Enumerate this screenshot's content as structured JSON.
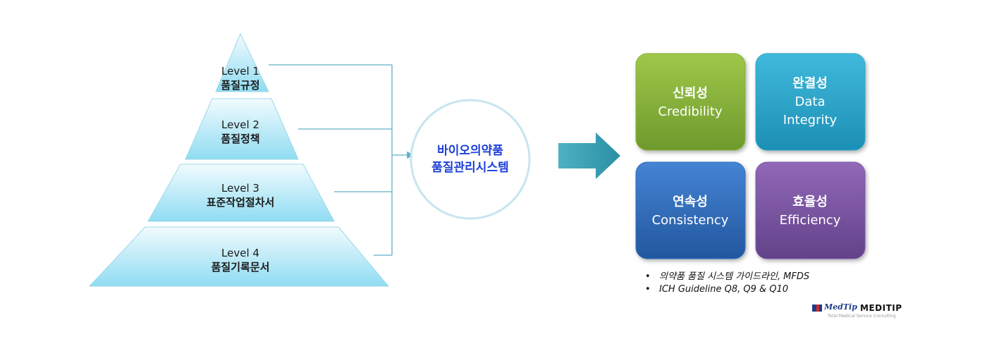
{
  "pyramid": {
    "levels": [
      {
        "level": "Level 1",
        "name": "품질규정"
      },
      {
        "level": "Level 2",
        "name": "품질정책"
      },
      {
        "level": "Level 3",
        "name": "표준작업절차서"
      },
      {
        "level": "Level 4",
        "name": "품질기록문서"
      }
    ]
  },
  "circle": {
    "line1": "바이오의약품",
    "line2": "품질관리시스템"
  },
  "quadrants": [
    {
      "korean": "신뢰성",
      "english": [
        "Credibility"
      ],
      "color": "#86b13a"
    },
    {
      "korean": "완결성",
      "english": [
        "Data",
        "Integrity"
      ],
      "color": "#2aa7c9"
    },
    {
      "korean": "연속성",
      "english": [
        "Consistency"
      ],
      "color": "#2f6fc0"
    },
    {
      "korean": "효율성",
      "english": [
        "Efficiency"
      ],
      "color": "#7f58a6"
    }
  ],
  "references": [
    "의약품 품질 시스템 가이드라인, MFDS",
    "ICH Guideline Q8, Q9 & Q10"
  ],
  "logo": {
    "script": "MedTip",
    "word": "MEDITIP",
    "tagline": "Total Medical Service Consulting"
  }
}
